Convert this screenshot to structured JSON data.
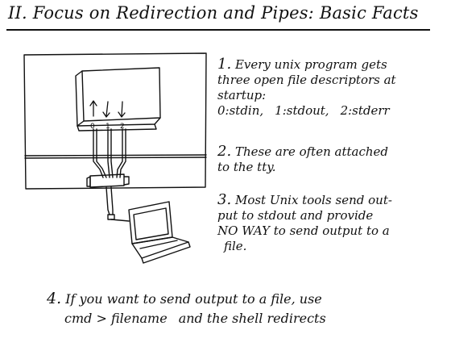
{
  "slide": {
    "title": "II. Focus on Redirection and Pipes:  Basic Facts"
  },
  "diagram": {
    "fd_labels": [
      "0",
      "1",
      "2"
    ]
  },
  "facts": [
    {
      "number": "1.",
      "lines": [
        " Every unix program gets",
        "three open file descriptors at",
        "startup:"
      ],
      "descriptors": [
        "0:stdin,",
        "1:stdout,",
        "2:stderr"
      ]
    },
    {
      "number": "2.",
      "lines": [
        " These are often attached",
        "to the tty."
      ]
    },
    {
      "number": "3.",
      "lines": [
        " Most Unix tools send  out-",
        "put to stdout and provide",
        "NO WAY to send output to a",
        "file."
      ]
    },
    {
      "number": "4.",
      "lines": [
        " If you want to send output to a file,  use"
      ],
      "command": "cmd > filename",
      "tail": "and the shell redirects"
    }
  ]
}
